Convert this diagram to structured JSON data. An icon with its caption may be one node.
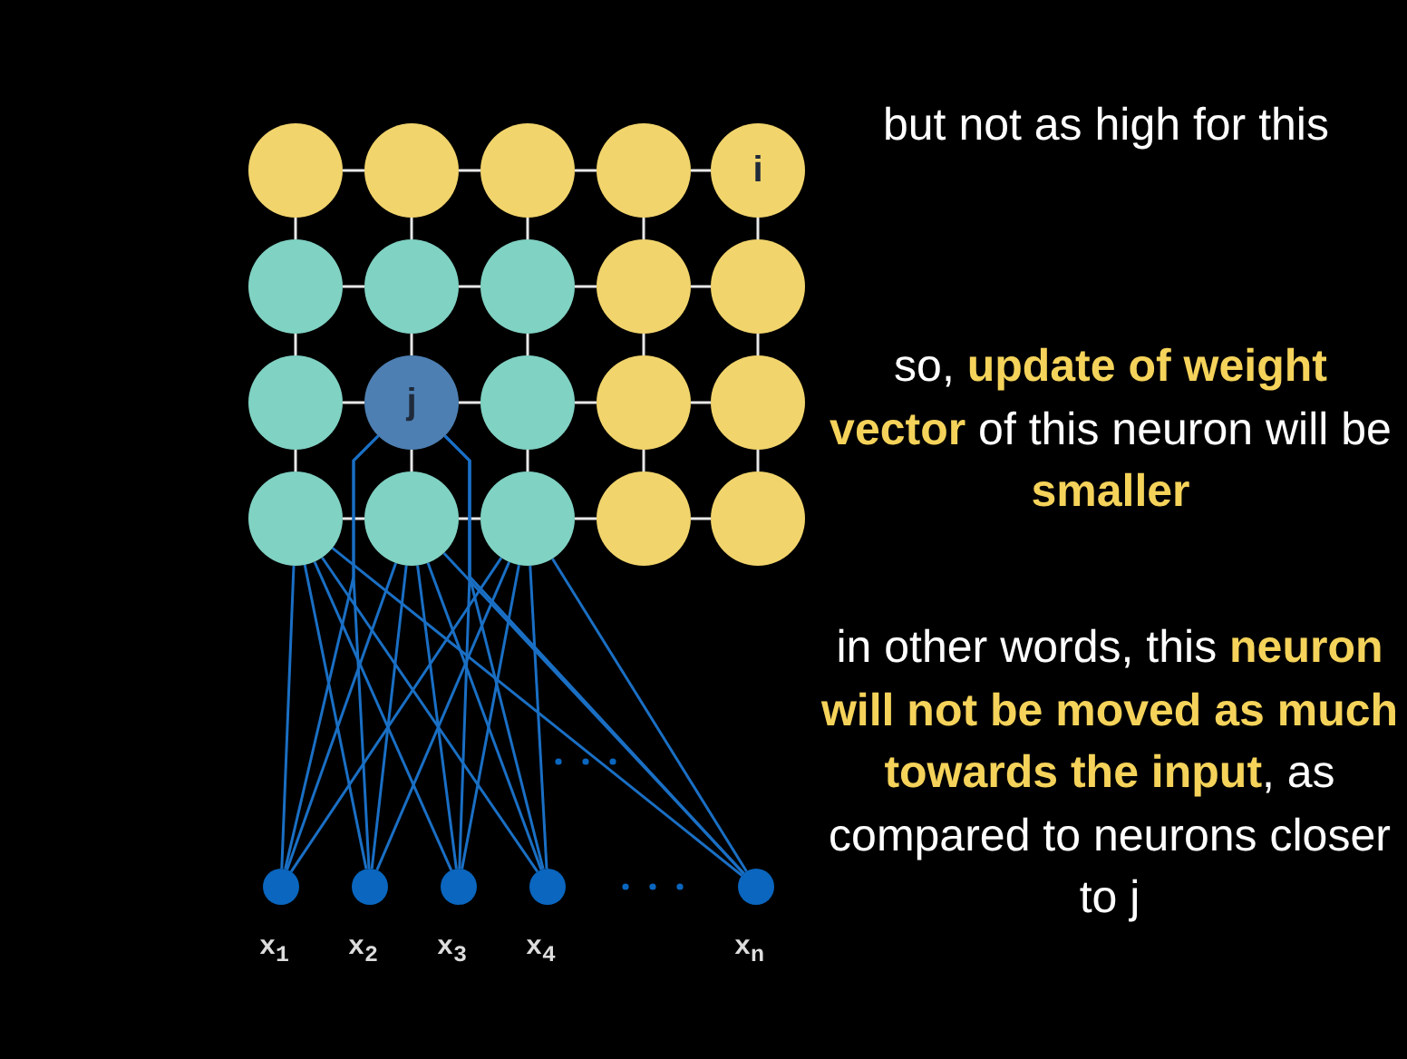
{
  "diagram": {
    "nodes": [
      {
        "text": [],
        "shape": "circle"
      },
      {
        "text": [],
        "shape": "circle"
      },
      {
        "text": [],
        "shape": "circle"
      },
      {
        "text": [],
        "shape": "circle"
      },
      {
        "text": [
          "i"
        ]
      },
      {
        "text": [],
        "shape": "circle"
      },
      {
        "text": [],
        "shape": "circle"
      },
      {
        "text": [],
        "shape": "circle"
      },
      {
        "text": [],
        "shape": "circle"
      },
      {
        "text": [],
        "shape": "circle"
      },
      {
        "text": [],
        "shape": "circle"
      },
      {
        "text": [
          "j"
        ]
      },
      {
        "text": [],
        "shape": "circle"
      },
      {
        "text": [],
        "shape": "circle"
      },
      {
        "text": [],
        "shape": "circle"
      },
      {
        "text": [],
        "shape": "circle"
      },
      {
        "text": [],
        "shape": "circle"
      },
      {
        "text": [],
        "shape": "circle"
      },
      {
        "text": [],
        "shape": "circle"
      },
      {
        "text": [],
        "shape": "circle"
      },
      {
        "text": [],
        "shape": "circle",
        "beside": [
          "x$_{1}$"
        ]
      },
      {
        "text": [],
        "shape": "circle",
        "beside": [
          "x$_{2}$"
        ]
      },
      {
        "text": [],
        "shape": "circle",
        "beside": [
          "x$_{3}$"
        ]
      },
      {
        "text": [],
        "shape": "circle",
        "beside": [
          "x$_{4}$"
        ]
      },
      {
        "text": [],
        "shape": "circle",
        "beside": [
          "x$_{n}$"
        ]
      }
    ],
    "edges": [
      {
        "from": 0,
        "to": 1,
        "arrow": "none"
      },
      {
        "from": 1,
        "to": 2,
        "arrow": "none"
      },
      {
        "from": 2,
        "to": 3,
        "arrow": "none"
      },
      {
        "from": 3,
        "to": 4,
        "arrow": "none"
      },
      {
        "from": 5,
        "to": 6,
        "arrow": "none"
      },
      {
        "from": 6,
        "to": 7,
        "arrow": "none"
      },
      {
        "from": 7,
        "to": 8,
        "arrow": "none"
      },
      {
        "from": 8,
        "to": 9,
        "arrow": "none"
      },
      {
        "from": 10,
        "to": 11,
        "arrow": "none"
      },
      {
        "from": 11,
        "to": 12,
        "arrow": "none"
      },
      {
        "from": 12,
        "to": 13,
        "arrow": "none"
      },
      {
        "from": 13,
        "to": 14,
        "arrow": "none"
      },
      {
        "from": 15,
        "to": 16,
        "arrow": "none"
      },
      {
        "from": 16,
        "to": 17,
        "arrow": "none"
      },
      {
        "from": 17,
        "to": 18,
        "arrow": "none"
      },
      {
        "from": 18,
        "to": 19,
        "arrow": "none"
      },
      {
        "from": 0,
        "to": 5,
        "arrow": "none"
      },
      {
        "from": 1,
        "to": 6,
        "arrow": "none"
      },
      {
        "from": 2,
        "to": 7,
        "arrow": "none"
      },
      {
        "from": 3,
        "to": 8,
        "arrow": "none"
      },
      {
        "from": 4,
        "to": 9,
        "arrow": "none"
      },
      {
        "from": 5,
        "to": 10,
        "arrow": "none"
      },
      {
        "from": 6,
        "to": 11,
        "arrow": "none"
      },
      {
        "from": 7,
        "to": 12,
        "arrow": "none"
      },
      {
        "from": 8,
        "to": 13,
        "arrow": "none"
      },
      {
        "from": 9,
        "to": 14,
        "arrow": "none"
      },
      {
        "from": 10,
        "to": 15,
        "arrow": "none"
      },
      {
        "from": 11,
        "to": 16,
        "arrow": "none"
      },
      {
        "from": 12,
        "to": 17,
        "arrow": "none"
      },
      {
        "from": 13,
        "to": 18,
        "arrow": "none"
      },
      {
        "from": 14,
        "to": 19,
        "arrow": "none"
      },
      {
        "from": 20,
        "to": 15,
        "arrow": "none",
        "color": "#1a6fc4"
      },
      {
        "from": 20,
        "to": 16,
        "arrow": "none",
        "color": "#1a6fc4"
      },
      {
        "from": 20,
        "to": 17,
        "arrow": "none",
        "color": "#1a6fc4"
      },
      {
        "from": 20,
        "to": 11,
        "arrow": "none",
        "color": "#1a6fc4"
      },
      {
        "from": 21,
        "to": 15,
        "arrow": "none",
        "color": "#1a6fc4"
      },
      {
        "from": 21,
        "to": 16,
        "arrow": "none",
        "color": "#1a6fc4"
      },
      {
        "from": 21,
        "to": 17,
        "arrow": "none",
        "color": "#1a6fc4"
      },
      {
        "from": 21,
        "to": 11,
        "arrow": "none",
        "color": "#1a6fc4"
      },
      {
        "from": 22,
        "to": 15,
        "arrow": "none",
        "color": "#1a6fc4"
      },
      {
        "from": 22,
        "to": 16,
        "arrow": "none",
        "color": "#1a6fc4"
      },
      {
        "from": 22,
        "to": 17,
        "arrow": "none",
        "color": "#1a6fc4"
      },
      {
        "from": 22,
        "to": 11,
        "arrow": "none",
        "color": "#1a6fc4"
      },
      {
        "from": 23,
        "to": 15,
        "arrow": "none",
        "color": "#1a6fc4"
      },
      {
        "from": 23,
        "to": 16,
        "arrow": "none",
        "color": "#1a6fc4"
      },
      {
        "from": 23,
        "to": 17,
        "arrow": "none",
        "color": "#1a6fc4"
      },
      {
        "from": 23,
        "to": 11,
        "arrow": "none",
        "color": "#1a6fc4"
      },
      {
        "from": 24,
        "to": 15,
        "arrow": "none",
        "color": "#1a6fc4"
      },
      {
        "from": 24,
        "to": 16,
        "arrow": "none",
        "color": "#1a6fc4"
      },
      {
        "from": 24,
        "to": 17,
        "arrow": "none",
        "color": "#1a6fc4"
      },
      {
        "from": 24,
        "to": 11,
        "arrow": "none",
        "color": "#1a6fc4"
      }
    ],
    "labels": [
      "but not as high for this",
      "so, **update of weight vector** of this neuron will be **smaller**",
      "in other words, this **neuron will not be moved as much towards the input**, as compared to neurons closer to j"
    ]
  }
}
